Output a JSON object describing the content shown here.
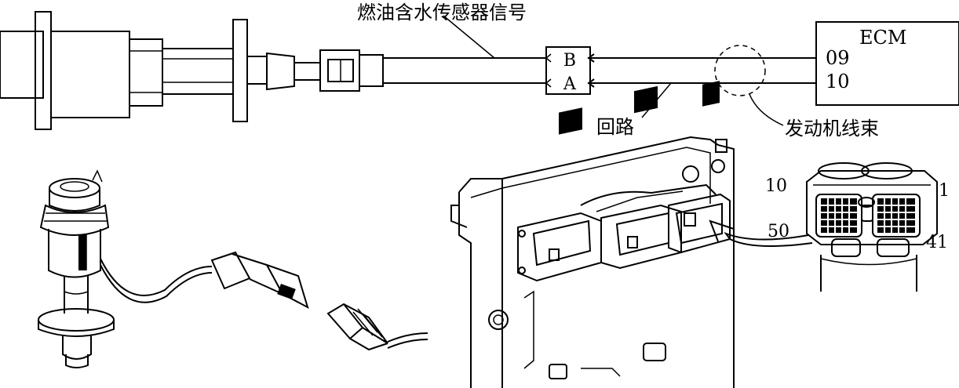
{
  "labels": {
    "signal": "燃油含水传感器信号",
    "return": "回路",
    "harness": "发动机线束"
  },
  "connector": {
    "pin_b": "B",
    "pin_a": "A"
  },
  "ecm": {
    "title": "ECM",
    "pin_signal": "09",
    "pin_return": "10"
  },
  "ecm_connector_pins": {
    "top_left": "10",
    "top_right": "1",
    "bottom_left": "50",
    "bottom_right": "41"
  }
}
